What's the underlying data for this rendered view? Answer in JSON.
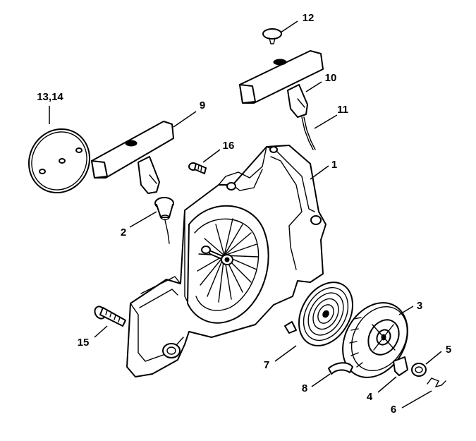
{
  "callouts": {
    "c1": "1",
    "c2": "2",
    "c3": "3",
    "c4": "4",
    "c5": "5",
    "c6": "6",
    "c7": "7",
    "c8": "8",
    "c9": "9",
    "c10": "10",
    "c11": "11",
    "c12": "12",
    "c13_14": "13,14",
    "c15": "15",
    "c16": "16"
  },
  "colors": {
    "line": "#000000",
    "background": "#ffffff"
  }
}
